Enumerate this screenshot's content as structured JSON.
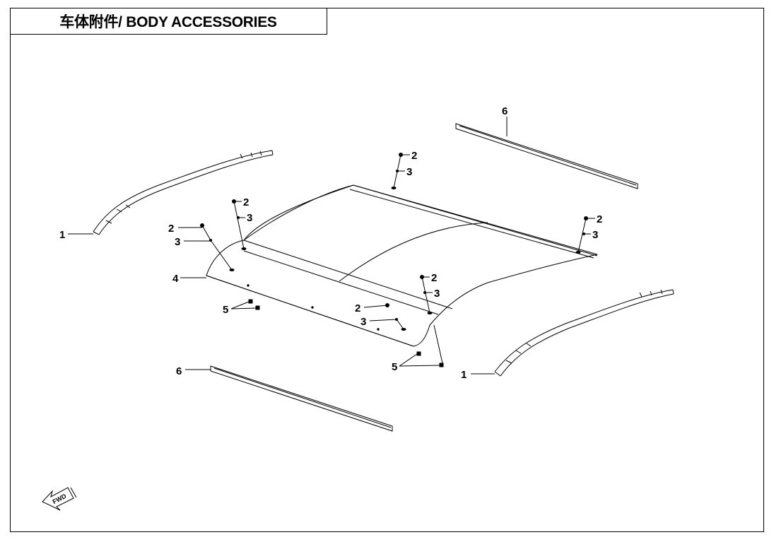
{
  "title": "车体附件/ BODY ACCESSORIES",
  "direction_badge": "FWD",
  "callouts": [
    {
      "id": "c1a",
      "label": "1"
    },
    {
      "id": "c1b",
      "label": "1"
    },
    {
      "id": "c2a",
      "label": "2"
    },
    {
      "id": "c2b",
      "label": "2"
    },
    {
      "id": "c2c",
      "label": "2"
    },
    {
      "id": "c2d",
      "label": "2"
    },
    {
      "id": "c2e",
      "label": "2"
    },
    {
      "id": "c2f",
      "label": "2"
    },
    {
      "id": "c3a",
      "label": "3"
    },
    {
      "id": "c3b",
      "label": "3"
    },
    {
      "id": "c3c",
      "label": "3"
    },
    {
      "id": "c3d",
      "label": "3"
    },
    {
      "id": "c3e",
      "label": "3"
    },
    {
      "id": "c3f",
      "label": "3"
    },
    {
      "id": "c4",
      "label": "4"
    },
    {
      "id": "c5a",
      "label": "5"
    },
    {
      "id": "c5b",
      "label": "5"
    },
    {
      "id": "c6a",
      "label": "6"
    },
    {
      "id": "c6b",
      "label": "6"
    }
  ]
}
